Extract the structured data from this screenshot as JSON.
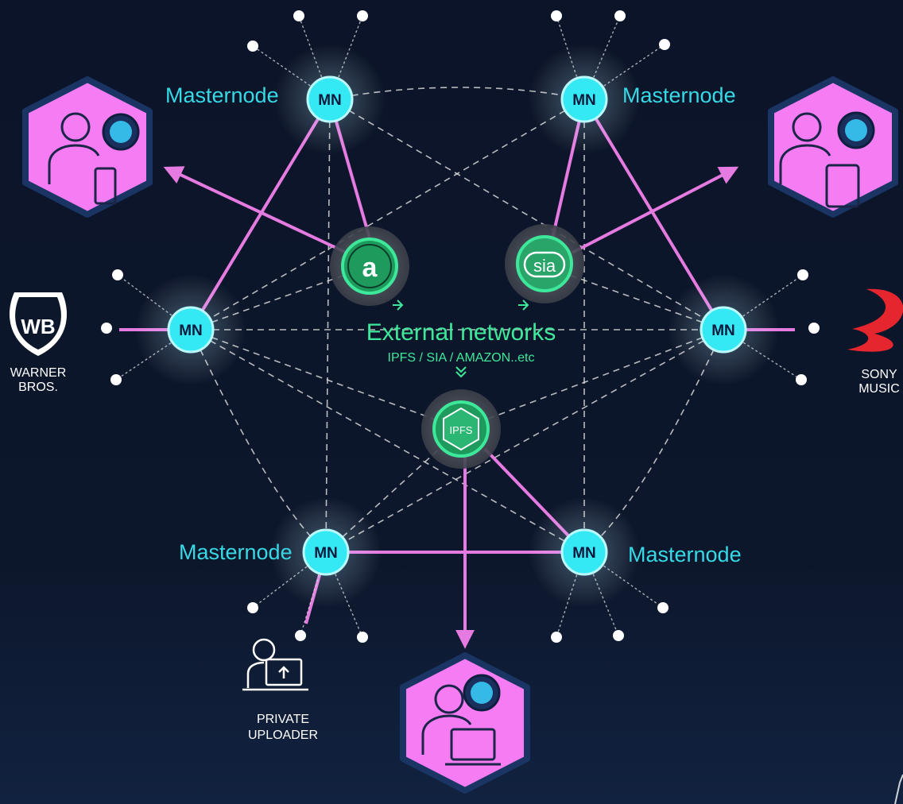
{
  "labels": {
    "masternode": "Masternode",
    "mn": "MN",
    "external_title": "External networks",
    "external_sub": "IPFS / SIA / AMAZON..etc",
    "amazon_glyph": "a",
    "sia_glyph": "sia",
    "ipfs_glyph": "IPFS"
  },
  "brands": {
    "warner_line1": "WARNER",
    "warner_line2": "BROS.",
    "wb_glyph": "WB",
    "sony_line1": "SONY",
    "sony_line2": "MUSIC",
    "private_line1": "PRIVATE",
    "private_line2": "UPLOADER"
  },
  "colors": {
    "background": "#0b1428",
    "masternode_fill": "#35e9f4",
    "label_cyan": "#37d9e6",
    "user_hex_pink": "#f57cf2",
    "link_pink": "#e57ae0",
    "external_green": "#3ee89a"
  },
  "icons": {
    "user_nodes": [
      "user-tablet-icon",
      "user-tablet-icon",
      "user-laptop-icon"
    ],
    "external_nodes": [
      "amazon-icon",
      "sia-icon",
      "ipfs-icon"
    ]
  }
}
